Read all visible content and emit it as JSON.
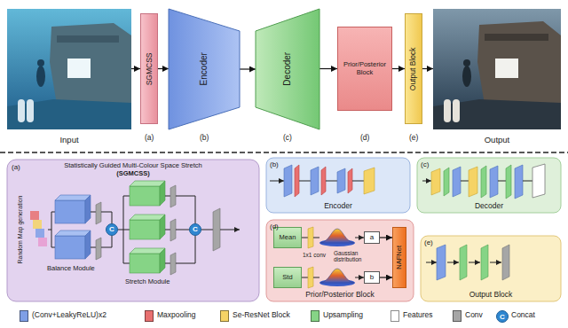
{
  "diagram": {
    "nodes": [
      {
        "text": [
          "Input"
        ]
      },
      {
        "text": [
          "SGMCSS"
        ]
      },
      {
        "text": [
          "Encoder"
        ]
      },
      {
        "text": [
          "Decoder"
        ]
      },
      {
        "text": [
          "Prior/Posterior Block"
        ]
      },
      {
        "text": [
          "Output Block"
        ]
      },
      {
        "text": [
          "Output"
        ]
      },
      {
        "text": [
          "Statistically Guided Multi-Colour Space Stretch",
          "(SGMCSS)"
        ]
      },
      {
        "text": [
          "C"
        ],
        "in": 7
      },
      {
        "text": [
          "C"
        ],
        "in": 7
      },
      {
        "text": [
          "Encoder"
        ]
      },
      {
        "text": [
          "Decoder"
        ]
      },
      {
        "text": [
          "Prior/Posterior Block"
        ]
      },
      {
        "text": [
          "Mean"
        ],
        "in": 12
      },
      {
        "text": [
          "Std"
        ],
        "in": 12
      },
      {
        "text": [
          "a"
        ],
        "in": 12
      },
      {
        "text": [
          "b"
        ],
        "in": 12
      },
      {
        "text": [
          "NAFNet"
        ],
        "in": 12
      },
      {
        "text": [
          "Output Block"
        ]
      }
    ],
    "edges": [
      {
        "from": 0,
        "to": 1,
        "arrow": "to"
      },
      {
        "from": 1,
        "to": 2,
        "arrow": "to"
      },
      {
        "from": 2,
        "to": 3,
        "arrow": "to"
      },
      {
        "from": 3,
        "to": 4,
        "arrow": "to"
      },
      {
        "from": 4,
        "to": 5,
        "arrow": "to"
      },
      {
        "from": 5,
        "to": 6,
        "arrow": "to"
      },
      {
        "from": 15,
        "to": 17,
        "arrow": "to"
      },
      {
        "from": 16,
        "to": 17,
        "arrow": "to"
      }
    ],
    "labels": [
      "(a)",
      "(b)",
      "(c)",
      "(d)",
      "(e)",
      "(a)",
      "Random Map generation",
      "Balance Module",
      "Stretch Module",
      "(b)",
      "(c)",
      "(d)",
      "1x1 conv",
      "Gaussian distribution",
      "(e)",
      "C"
    ],
    "legend": [
      {
        "text": "(Conv+LeakyReLU)x2",
        "color": "#7f9fe6"
      },
      {
        "text": "Maxpooling",
        "color": "#e87070"
      },
      {
        "text": "Se-ResNet Block",
        "color": "#f5d365"
      },
      {
        "text": "Upsampling",
        "color": "#86d486"
      },
      {
        "text": "Features",
        "color": "#ffffff"
      },
      {
        "text": "Conv",
        "color": "#a6a6a6"
      },
      {
        "text": "Concat"
      }
    ]
  }
}
